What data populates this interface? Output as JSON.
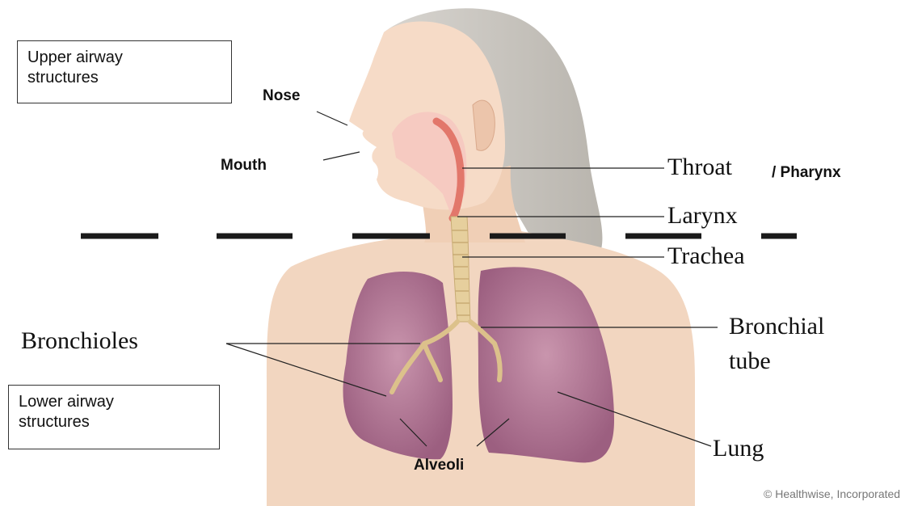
{
  "boxes": {
    "upper": [
      "Upper airway",
      "structures"
    ],
    "lower": [
      "Lower airway",
      "structures"
    ]
  },
  "labels": {
    "nose": "Nose",
    "mouth": "Mouth",
    "throat": "Throat",
    "pharynx": "/ Pharynx",
    "larynx": "Larynx",
    "trachea": "Trachea",
    "bronchioles": "Bronchioles",
    "bronchial_tube": [
      "Bronchial",
      "tube"
    ],
    "lung": "Lung",
    "alveoli": "Alveoli"
  },
  "credit": "© Healthwise, Incorporated",
  "colors": {
    "skin": "#f3d9c4",
    "hair": "#c9c6c0",
    "lung": "#b57a98",
    "airway": "#e8d3a8",
    "throat": "#e9958a",
    "divider": "#1a1a1a"
  }
}
